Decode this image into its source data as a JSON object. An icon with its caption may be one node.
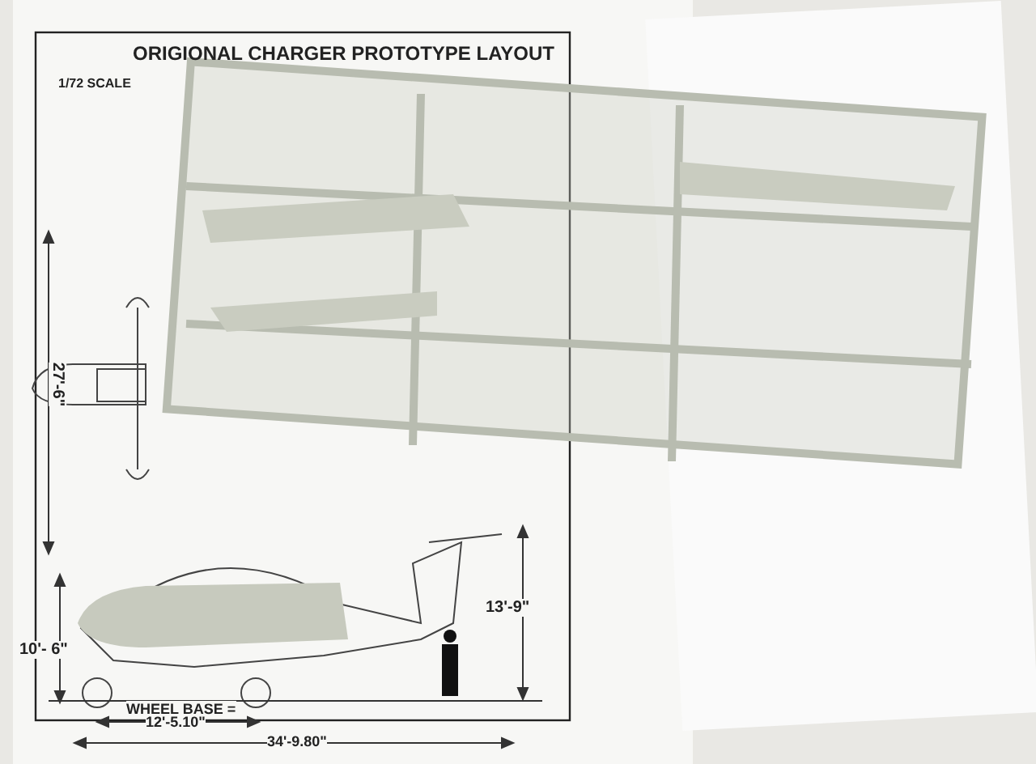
{
  "diagram": {
    "title": "ORIGIONAL CHARGER PROTOTYPE LAYOUT",
    "labels": [
      "1/72 SCALE",
      "27'-6\"",
      "13'-9\"",
      "10'- 6\"",
      "WHEEL BASE =",
      "12'-5.10\"",
      "34'-9.80\""
    ]
  }
}
